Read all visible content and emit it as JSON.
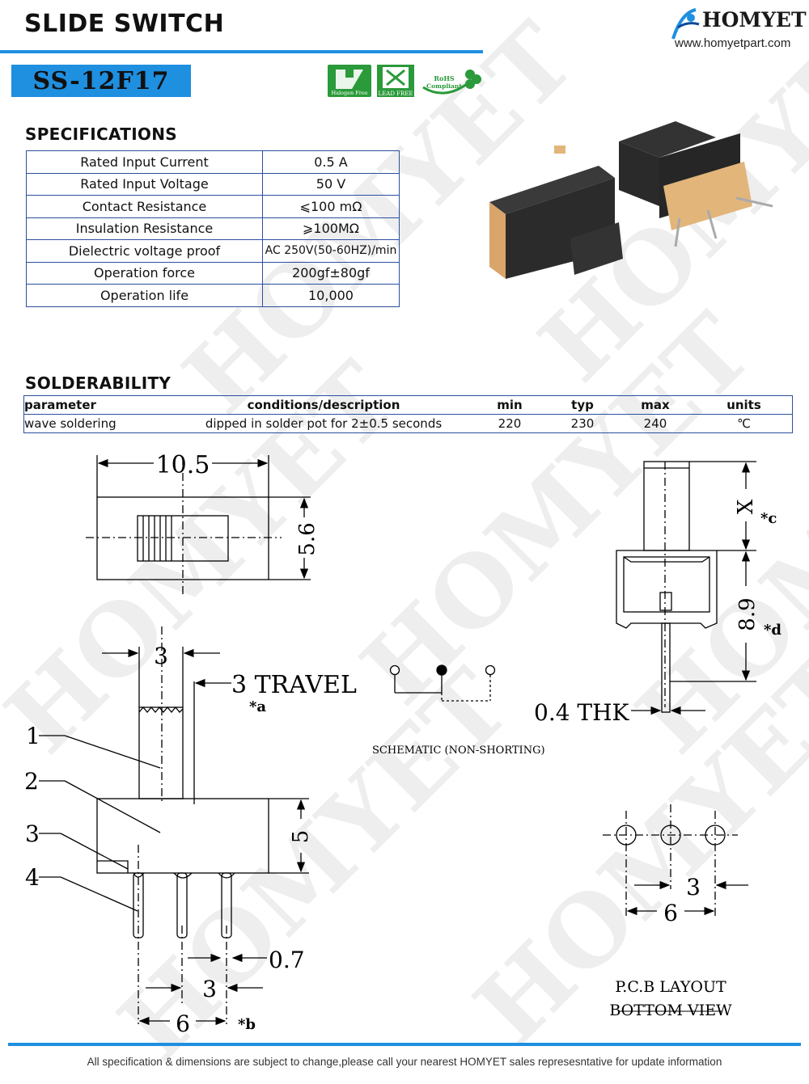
{
  "header": {
    "title": "SLIDE SWITCH",
    "model": "SS-12F17",
    "brand": "HOMYET",
    "website": "www.homyetpart.com",
    "watermark": "HOMYET",
    "certifications": {
      "halogen": "Halogen Free",
      "lead": "LEAD FREE",
      "rohs_top": "RoHS",
      "rohs_bottom": "Compliant"
    }
  },
  "specifications": {
    "heading": "SPECIFICATIONS",
    "rows": [
      {
        "label": "Rated Input Current",
        "value": "0.5 A"
      },
      {
        "label": "Rated Input Voltage",
        "value": "50 V"
      },
      {
        "label": "Contact Resistance",
        "value": "⩽100 mΩ"
      },
      {
        "label": "Insulation Resistance",
        "value": "⩾100MΩ"
      },
      {
        "label": "Dielectric voltage proof",
        "value": "AC 250V(50-60HZ)/min"
      },
      {
        "label": "Operation force",
        "value": "200gf±80gf"
      },
      {
        "label": "Operation life",
        "value": "10,000"
      }
    ]
  },
  "solderability": {
    "heading": "SOLDERABILITY",
    "columns": [
      "parameter",
      "conditions/description",
      "min",
      "typ",
      "max",
      "units"
    ],
    "rows": [
      [
        "wave soldering",
        "dipped in solder pot for 2±0.5 seconds",
        "220",
        "230",
        "240",
        "℃"
      ]
    ]
  },
  "drawing": {
    "top_width": "10.5",
    "top_height": "5.6",
    "pitch_top": "3",
    "travel": "3  TRAVEL",
    "travel_note": "*a",
    "callouts": [
      "1",
      "2",
      "3",
      "4"
    ],
    "body_height": "5",
    "pin_width": "0.7",
    "pin_pitch": "3",
    "pin_span": "6",
    "pin_note": "*b",
    "side_x": "X",
    "side_x_note": "*c",
    "side_height": "8.9",
    "side_height_note": "*d",
    "thickness": "0.4  THK",
    "schematic_label": "SCHEMATIC (NON-SHORTING)",
    "pcb_pitch": "3",
    "pcb_span": "6",
    "pcb_label_1": "P.C.B  LAYOUT",
    "pcb_label_2": "BOTTOM  VIEW"
  },
  "footer": {
    "note": "All specification & dimensions are subject to change,please call your nearest HOMYET sales represesntative for update information"
  },
  "colors": {
    "accent": "#1f8fe0",
    "table_border": "#2a4fa0"
  }
}
